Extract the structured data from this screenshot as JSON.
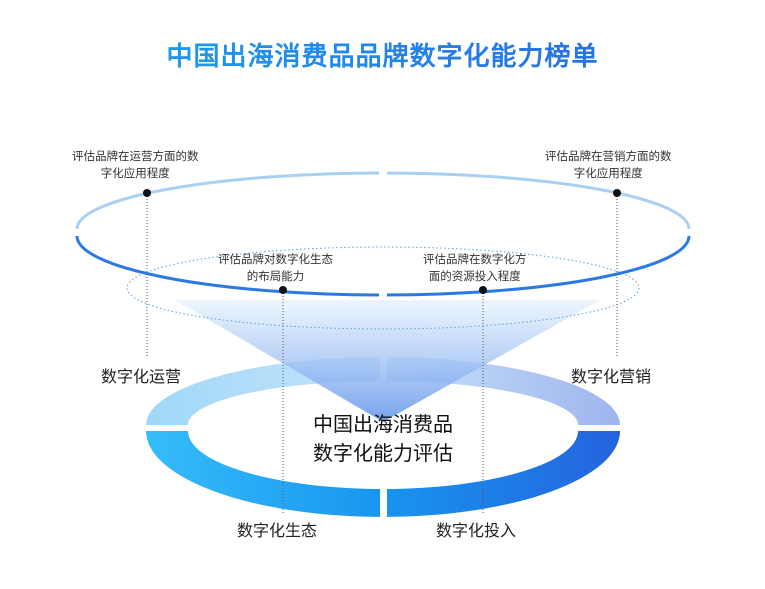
{
  "title": "中国出海消费品品牌数字化能力榜单",
  "center_label": {
    "line1": "中国出海消费品",
    "line2": "数字化能力评估"
  },
  "dimensions": [
    {
      "label": "数字化运营",
      "note_line1": "评估品牌在运营方面的数",
      "note_line2": "字化应用程度"
    },
    {
      "label": "数字化营销",
      "note_line1": "评估品牌在营销方面的数",
      "note_line2": "字化应用程度"
    },
    {
      "label": "数字化生态",
      "note_line1": "评估品牌对数字化生态",
      "note_line2": "的布局能力"
    },
    {
      "label": "数字化投入",
      "note_line1": "评估品牌在数字化方",
      "note_line2": "面的资源投入程度"
    }
  ],
  "colors": {
    "accent_light": "#a9d0f3",
    "accent": "#2b7ae4",
    "title_start": "#1aa6f2",
    "title_end": "#2d63de"
  }
}
